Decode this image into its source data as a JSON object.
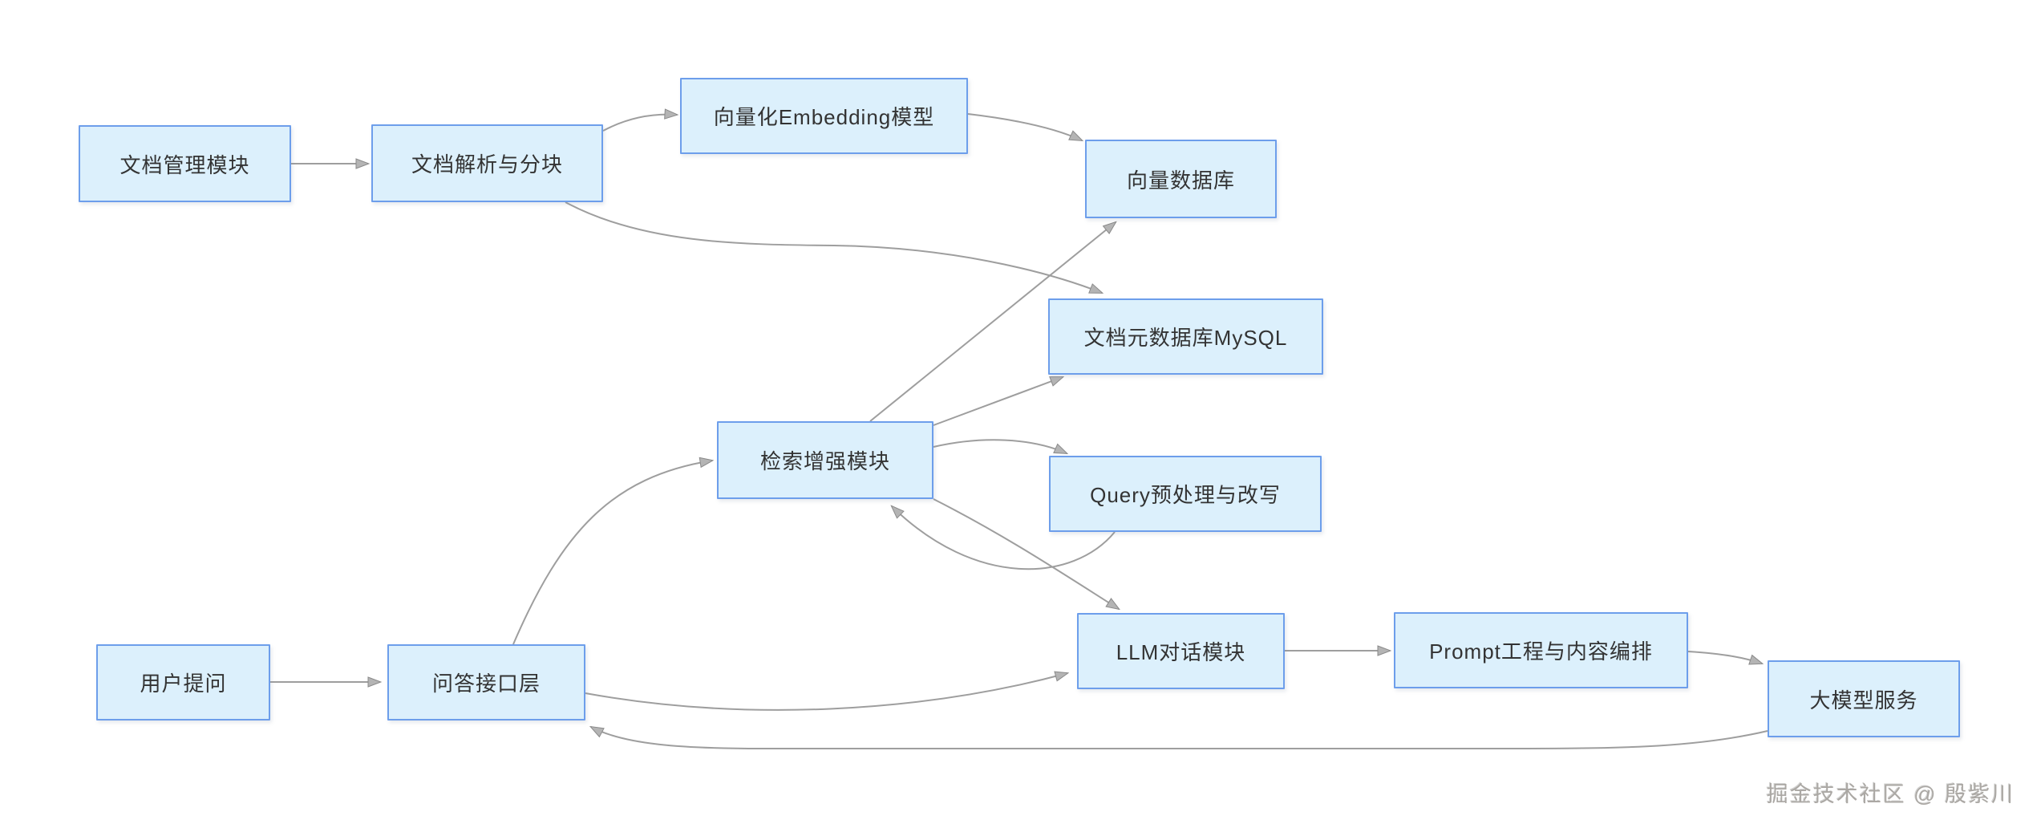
{
  "page": {
    "background_color": "#ffffff",
    "watermark": {
      "text": "掘金技术社区 @ 殷紫川",
      "color": "#aba8a4"
    }
  },
  "theme": {
    "node_fill": "#dcf0fc",
    "node_border": "#6d9eeb",
    "edge_color": "#9e9e9e",
    "arrowhead_fill": "#b4b4b4",
    "text_color": "#333333"
  },
  "diagram": {
    "type": "flowchart",
    "nodes": [
      {
        "id": "doc_manage",
        "label": "文档管理模块"
      },
      {
        "id": "doc_parse",
        "label": "文档解析与分块"
      },
      {
        "id": "embedding",
        "label": "向量化Embedding模型"
      },
      {
        "id": "vector_db",
        "label": "向量数据库"
      },
      {
        "id": "mysql",
        "label": "文档元数据库MySQL"
      },
      {
        "id": "retrieval",
        "label": "检索增强模块"
      },
      {
        "id": "query",
        "label": "Query预处理与改写"
      },
      {
        "id": "llm",
        "label": "LLM对话模块"
      },
      {
        "id": "prompt",
        "label": "Prompt工程与内容编排"
      },
      {
        "id": "llm_service",
        "label": "大模型服务"
      },
      {
        "id": "user_question",
        "label": "用户提问"
      },
      {
        "id": "qa_interface",
        "label": "问答接口层"
      }
    ],
    "edges": [
      {
        "from": "user_question",
        "to": "qa_interface"
      },
      {
        "from": "doc_manage",
        "to": "doc_parse"
      },
      {
        "from": "doc_parse",
        "to": "embedding"
      },
      {
        "from": "embedding",
        "to": "vector_db"
      },
      {
        "from": "doc_parse",
        "to": "mysql"
      },
      {
        "from": "retrieval",
        "to": "vector_db"
      },
      {
        "from": "retrieval",
        "to": "mysql"
      },
      {
        "from": "retrieval",
        "to": "query"
      },
      {
        "from": "query",
        "to": "retrieval"
      },
      {
        "from": "retrieval",
        "to": "llm"
      },
      {
        "from": "qa_interface",
        "to": "retrieval"
      },
      {
        "from": "qa_interface",
        "to": "llm"
      },
      {
        "from": "llm",
        "to": "prompt"
      },
      {
        "from": "prompt",
        "to": "llm_service"
      },
      {
        "from": "llm_service",
        "to": "qa_interface"
      }
    ]
  }
}
